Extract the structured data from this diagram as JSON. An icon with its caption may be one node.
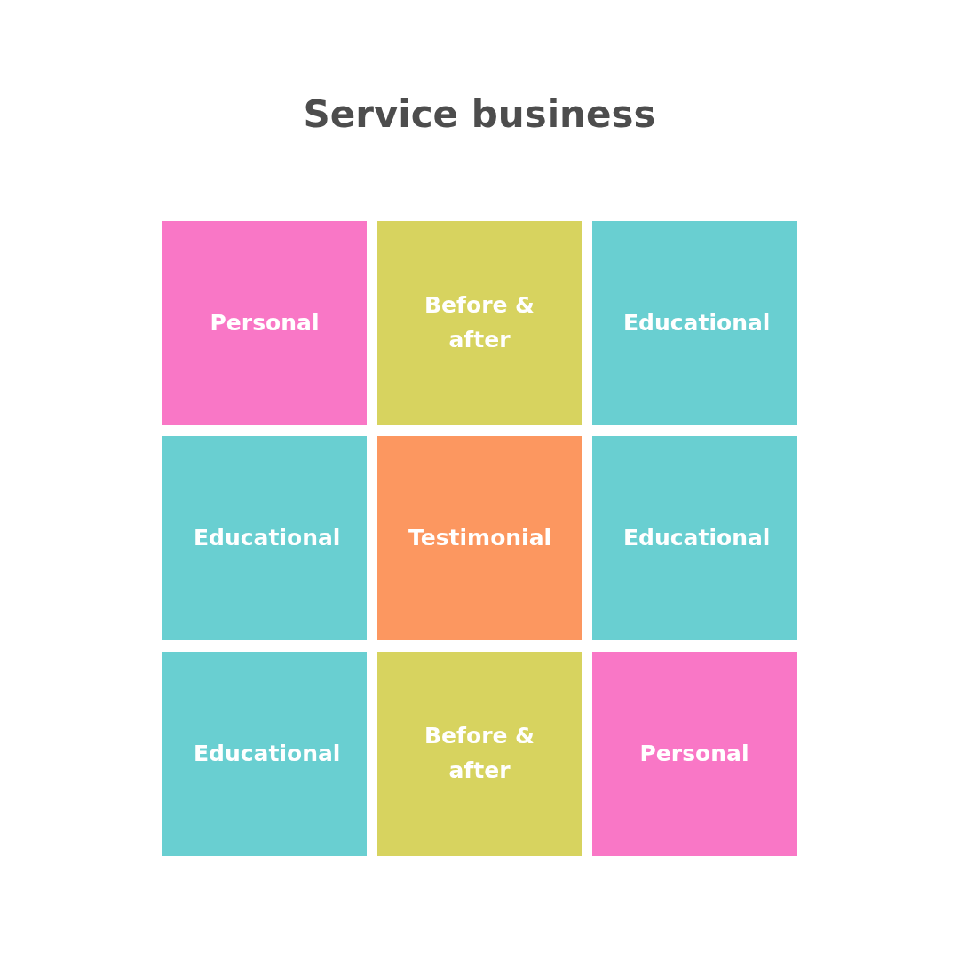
{
  "diagram": {
    "title": "Service business",
    "nodes": [
      {
        "text": [
          "Personal"
        ]
      },
      {
        "text": [
          "Before & after"
        ]
      },
      {
        "text": [
          "Educational"
        ]
      },
      {
        "text": [
          "Educational"
        ]
      },
      {
        "text": [
          "Testimonial"
        ]
      },
      {
        "text": [
          "Educational"
        ]
      },
      {
        "text": [
          "Educational"
        ]
      },
      {
        "text": [
          "Before & after"
        ]
      },
      {
        "text": [
          "Personal"
        ]
      }
    ]
  }
}
